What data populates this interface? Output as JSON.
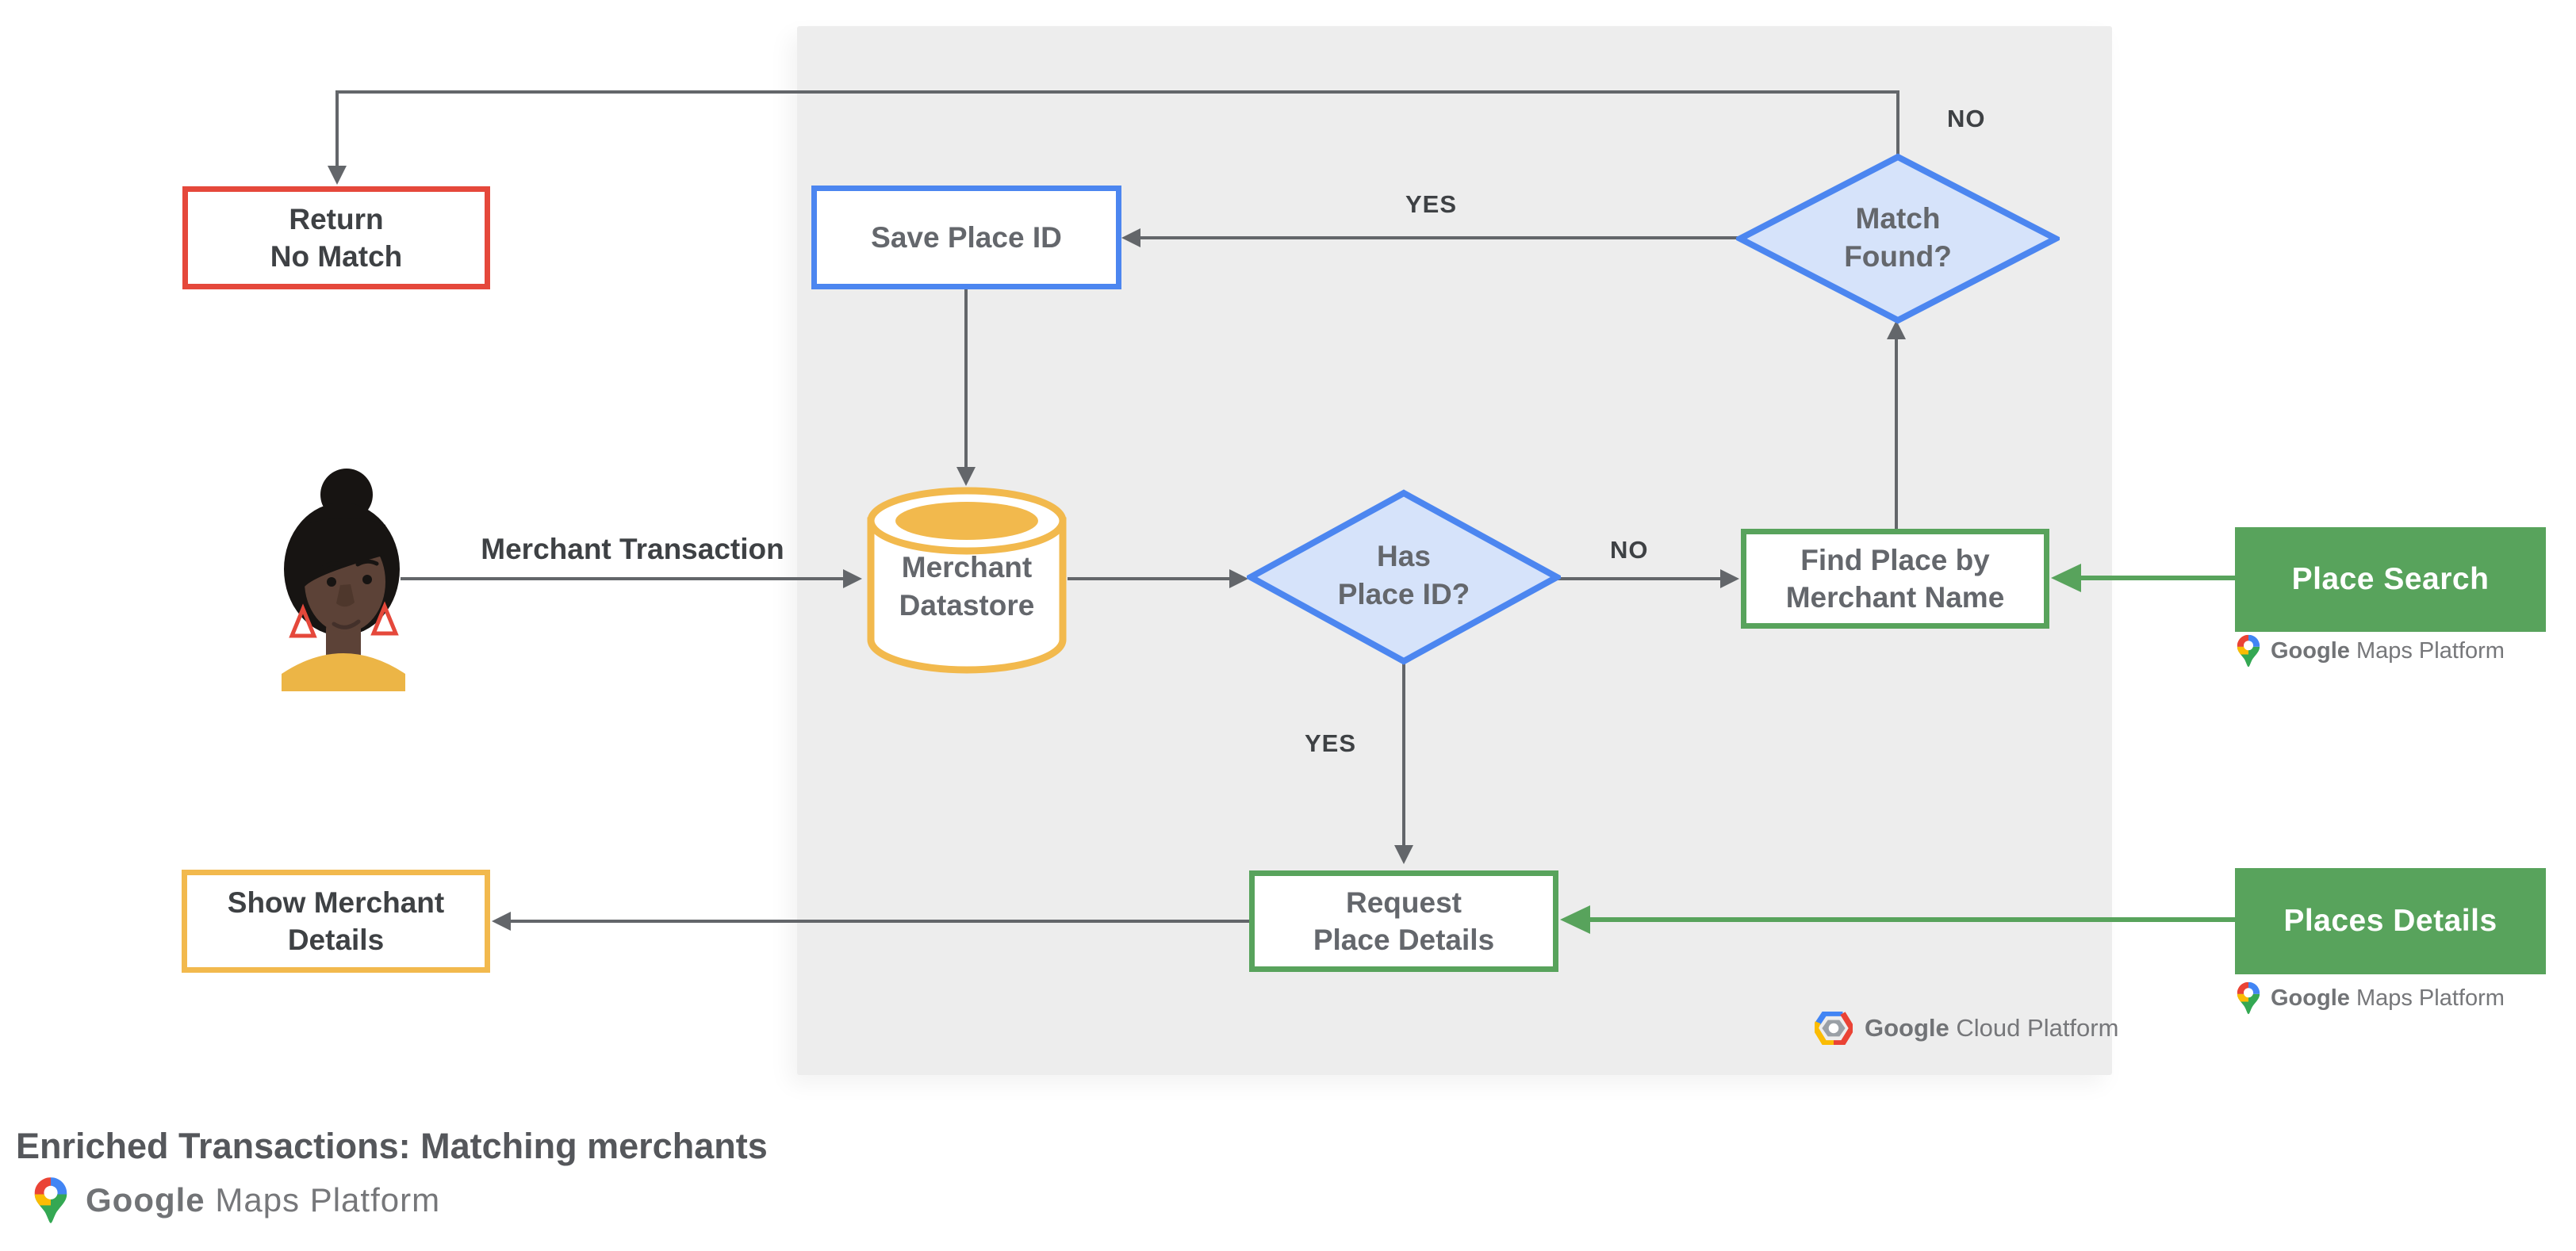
{
  "title": "Enriched Transactions: Matching merchants",
  "colors": {
    "red": "#E5483B",
    "blue": "#4C86F0",
    "blue_fill": "#D6E3FA",
    "yellow": "#F2B94D",
    "green": "#58A35C",
    "panel": "#EDEDED",
    "arrow": "#63666A",
    "text_dark": "#3E4144",
    "text_gray": "#64676C",
    "logo_text": "#76777A"
  },
  "nodes": {
    "return_no_match": {
      "line1": "Return",
      "line2": "No Match"
    },
    "save_place_id": {
      "label": "Save Place ID"
    },
    "match_found": {
      "line1": "Match",
      "line2": "Found?"
    },
    "merchant_datastore": {
      "line1": "Merchant",
      "line2": "Datastore"
    },
    "has_place_id": {
      "line1": "Has",
      "line2": "Place ID?"
    },
    "find_place_by_merchant_name": {
      "line1": "Find Place by",
      "line2": "Merchant Name"
    },
    "request_place_details": {
      "line1": "Request",
      "line2": "Place Details"
    },
    "show_merchant_details": {
      "line1": "Show Merchant",
      "line2": "Details"
    },
    "place_search": {
      "label": "Place Search"
    },
    "places_details": {
      "label": "Places Details"
    }
  },
  "edge_labels": {
    "merchant_transaction": "Merchant Transaction",
    "match_found_no": "NO",
    "match_found_yes": "YES",
    "has_place_id_no": "NO",
    "has_place_id_yes": "YES"
  },
  "logos": {
    "maps": {
      "brand": "Google",
      "product": "Maps Platform"
    },
    "cloud": {
      "brand": "Google",
      "product": "Cloud Platform"
    }
  }
}
